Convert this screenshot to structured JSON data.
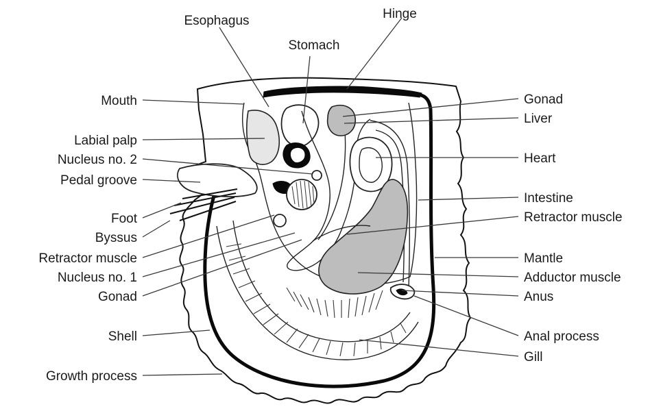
{
  "diagram": {
    "left_labels": [
      {
        "id": "mouth",
        "text": "Mouth"
      },
      {
        "id": "labial-palp",
        "text": "Labial palp"
      },
      {
        "id": "nucleus-2",
        "text": "Nucleus no. 2"
      },
      {
        "id": "pedal-groove",
        "text": "Pedal groove"
      },
      {
        "id": "foot",
        "text": "Foot"
      },
      {
        "id": "byssus",
        "text": "Byssus"
      },
      {
        "id": "retractor-muscle-left",
        "text": "Retractor muscle"
      },
      {
        "id": "nucleus-1",
        "text": "Nucleus no. 1"
      },
      {
        "id": "gonad-left",
        "text": "Gonad"
      },
      {
        "id": "shell",
        "text": "Shell"
      },
      {
        "id": "growth-process",
        "text": "Growth process"
      }
    ],
    "top_labels": [
      {
        "id": "esophagus",
        "text": "Esophagus"
      },
      {
        "id": "stomach",
        "text": "Stomach"
      },
      {
        "id": "hinge",
        "text": "Hinge"
      }
    ],
    "right_labels": [
      {
        "id": "gonad-right",
        "text": "Gonad"
      },
      {
        "id": "liver",
        "text": "Liver"
      },
      {
        "id": "heart",
        "text": "Heart"
      },
      {
        "id": "intestine",
        "text": "Intestine"
      },
      {
        "id": "retractor-muscle-right",
        "text": "Retractor muscle"
      },
      {
        "id": "mantle",
        "text": "Mantle"
      },
      {
        "id": "adductor-muscle",
        "text": "Adductor muscle"
      },
      {
        "id": "anus",
        "text": "Anus"
      },
      {
        "id": "anal-process",
        "text": "Anal process"
      },
      {
        "id": "gill",
        "text": "Gill"
      }
    ]
  }
}
